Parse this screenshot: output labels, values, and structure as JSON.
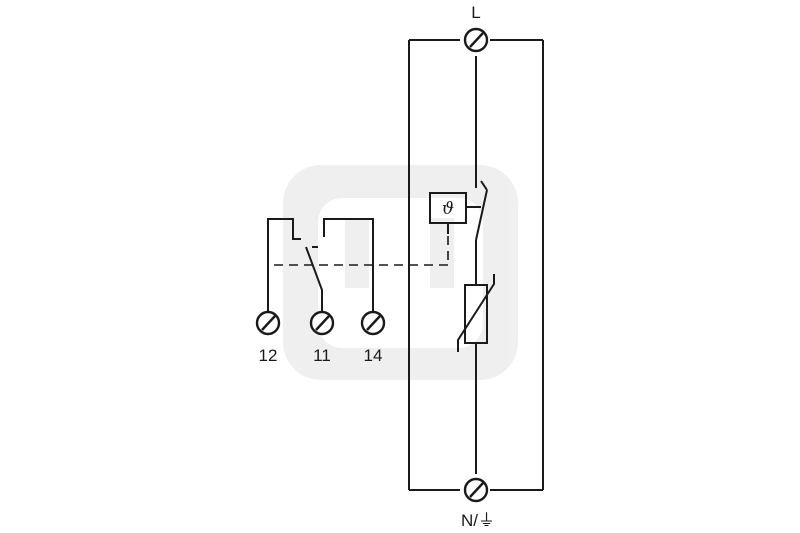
{
  "labels": {
    "line": "L",
    "neutral_ground": "N/⏚",
    "contact_12": "12",
    "contact_11": "11",
    "contact_14": "14",
    "thermal_symbol": "ϑ"
  }
}
